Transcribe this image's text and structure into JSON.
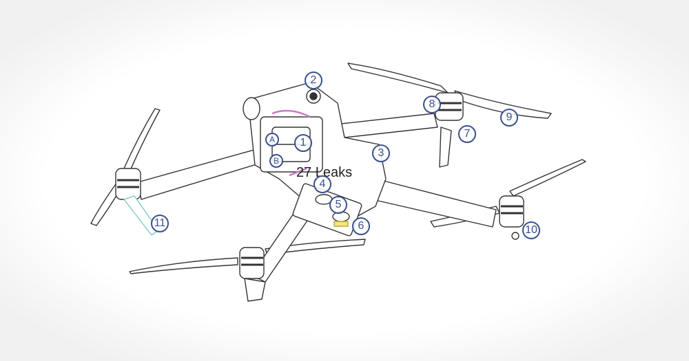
{
  "title": "Drone component diagram",
  "watermark": "27 Leaks",
  "callouts": {
    "c1": "1",
    "c2": "2",
    "c3": "3",
    "c4": "4",
    "c5": "5",
    "c6": "6",
    "c7": "7",
    "c8": "8",
    "c9": "9",
    "c10": "10",
    "c11": "11",
    "cA": "A",
    "cB": "B"
  },
  "colors": {
    "callout": "#3a4f8c",
    "line": "#333333",
    "accent": "#c77ac7",
    "teal": "#7ec8c8"
  }
}
